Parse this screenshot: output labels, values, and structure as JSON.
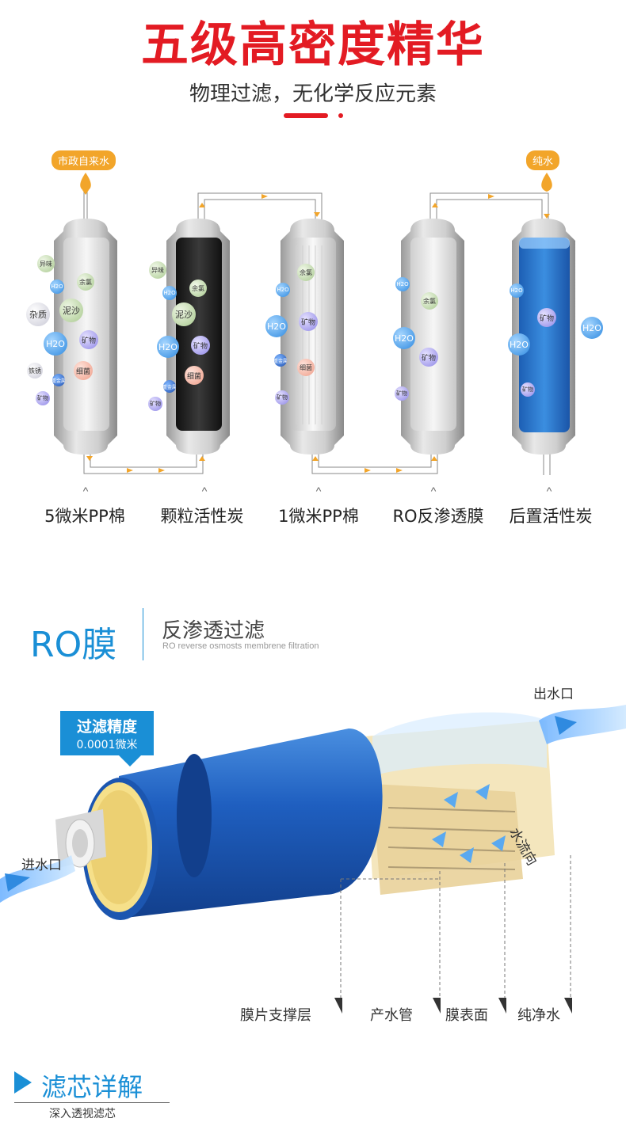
{
  "header": {
    "title": "五级高密度精华",
    "subtitle": "物理过滤，无化学反应元素"
  },
  "flow": {
    "inlet_label": "市政自来水",
    "outlet_label": "纯水",
    "stages": [
      {
        "caret": "^",
        "name": "5微米PP棉"
      },
      {
        "caret": "^",
        "name": "颗粒活性炭"
      },
      {
        "caret": "^",
        "name": "1微米PP棉"
      },
      {
        "caret": "^",
        "name": "RO反渗透膜"
      },
      {
        "caret": "^",
        "name": "后置活性炭"
      }
    ],
    "particles": {
      "odor": "异味",
      "chlorine": "余氯",
      "h2o": "H2O",
      "sand": "泥沙",
      "impurity": "杂质",
      "mineral": "矿物",
      "rust": "铁锈",
      "heavy_metal": "重金属",
      "bacteria": "细菌"
    }
  },
  "ro": {
    "title": "RO膜",
    "subtitle": "反渗透过滤",
    "subtitle_en": "RO reverse osmosts membrene filtration",
    "precision_label": "过滤精度",
    "precision_value": "0.0001微米",
    "inlet": "进水口",
    "outlet": "出水口",
    "flow_direction": "水流向",
    "parts": [
      "膜片支撑层",
      "产水管",
      "膜表面",
      "纯净水"
    ]
  },
  "footer": {
    "title": "滤芯详解",
    "subtitle": "深入透视滤芯"
  },
  "colors": {
    "accent_red": "#e31b23",
    "accent_blue": "#1a8fd6",
    "pipe_orange": "#f2a52a"
  }
}
